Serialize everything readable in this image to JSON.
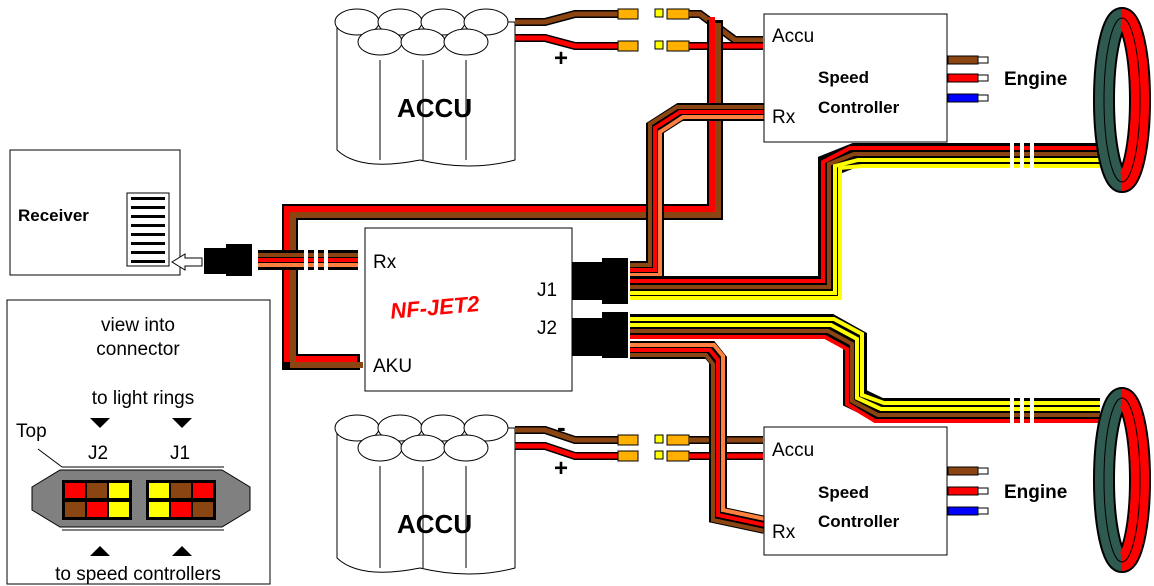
{
  "accu_top": {
    "label": "ACCU",
    "minus": "-",
    "plus": "+"
  },
  "accu_bottom": {
    "label": "ACCU",
    "minus": "-",
    "plus": "+"
  },
  "speed_controller_top": {
    "line1": "Speed",
    "line2": "Controller",
    "accu_port": "Accu",
    "rx_port": "Rx"
  },
  "speed_controller_bottom": {
    "line1": "Speed",
    "line2": "Controller",
    "accu_port": "Accu",
    "rx_port": "Rx"
  },
  "engine_top": "Engine",
  "engine_bottom": "Engine",
  "receiver": "Receiver",
  "nfjet": {
    "title": "NF-JET2",
    "rx": "Rx",
    "aku": "AKU",
    "j1": "J1",
    "j2": "J2"
  },
  "connector_view": {
    "title_line1": "view into",
    "title_line2": "connector",
    "top_caption": "to light rings",
    "top_label": "Top",
    "j2": "J2",
    "j1": "J1",
    "bottom_caption": "to speed controllers"
  },
  "colors": {
    "brown": "#8b4513",
    "red": "#ff0000",
    "orange": "#ff8040",
    "yellow": "#ffff00",
    "ring_green": "#2f5a50",
    "connector_gray": "#808080"
  }
}
